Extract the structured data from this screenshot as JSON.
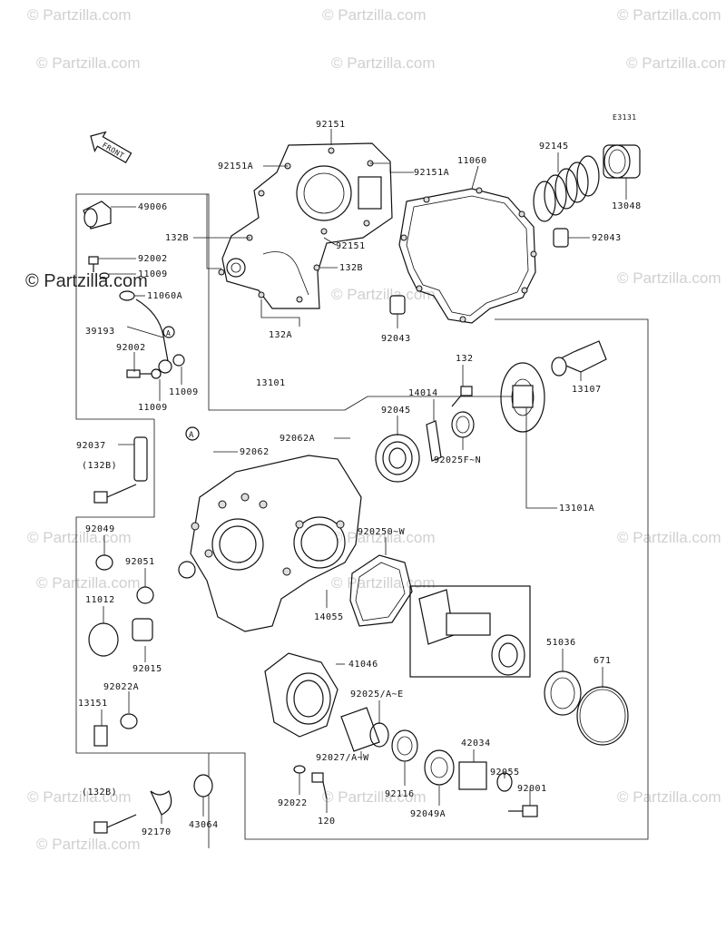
{
  "watermark": {
    "text": "© Partzilla.com"
  },
  "diagram_code": "E3131",
  "front_arrow": "FRONT",
  "callout_marker": "A",
  "labels": [
    {
      "id": "92151_top",
      "text": "92151"
    },
    {
      "id": "92151A_left",
      "text": "92151A"
    },
    {
      "id": "92151A_right",
      "text": "92151A"
    },
    {
      "id": "132B_left",
      "text": "132B"
    },
    {
      "id": "92151_mid",
      "text": "92151"
    },
    {
      "id": "132B_mid",
      "text": "132B"
    },
    {
      "id": "132A",
      "text": "132A"
    },
    {
      "id": "11060",
      "text": "11060"
    },
    {
      "id": "92145",
      "text": "92145"
    },
    {
      "id": "13048",
      "text": "13048"
    },
    {
      "id": "92043_r",
      "text": "92043"
    },
    {
      "id": "92043_l",
      "text": "92043"
    },
    {
      "id": "49006",
      "text": "49006"
    },
    {
      "id": "92002_a",
      "text": "92002"
    },
    {
      "id": "11009_a",
      "text": "11009"
    },
    {
      "id": "11060A",
      "text": "11060A"
    },
    {
      "id": "39193",
      "text": "39193"
    },
    {
      "id": "92002_b",
      "text": "92002"
    },
    {
      "id": "11009_b",
      "text": "11009"
    },
    {
      "id": "11009_c",
      "text": "11009"
    },
    {
      "id": "13101",
      "text": "13101"
    },
    {
      "id": "132",
      "text": "132"
    },
    {
      "id": "13107",
      "text": "13107"
    },
    {
      "id": "14014",
      "text": "14014"
    },
    {
      "id": "92045",
      "text": "92045"
    },
    {
      "id": "92062A",
      "text": "92062A"
    },
    {
      "id": "92062",
      "text": "92062"
    },
    {
      "id": "92025F",
      "text": "92025F~N"
    },
    {
      "id": "92037",
      "text": "92037"
    },
    {
      "id": "132B_paren1",
      "text": "(132B)"
    },
    {
      "id": "13101A",
      "text": "13101A"
    },
    {
      "id": "92049",
      "text": "92049"
    },
    {
      "id": "92051",
      "text": "92051"
    },
    {
      "id": "920250",
      "text": "920250~W"
    },
    {
      "id": "11012",
      "text": "11012"
    },
    {
      "id": "14055",
      "text": "14055"
    },
    {
      "id": "92015",
      "text": "92015"
    },
    {
      "id": "41046",
      "text": "41046"
    },
    {
      "id": "51036",
      "text": "51036"
    },
    {
      "id": "671",
      "text": "671"
    },
    {
      "id": "92022A",
      "text": "92022A"
    },
    {
      "id": "92025AE",
      "text": "92025/A~E"
    },
    {
      "id": "13151",
      "text": "13151"
    },
    {
      "id": "42034",
      "text": "42034"
    },
    {
      "id": "92027",
      "text": "92027/A~W"
    },
    {
      "id": "92055",
      "text": "92055"
    },
    {
      "id": "132B_paren2",
      "text": "(132B)"
    },
    {
      "id": "92022",
      "text": "92022"
    },
    {
      "id": "92116",
      "text": "92116"
    },
    {
      "id": "92001",
      "text": "92001"
    },
    {
      "id": "92049A",
      "text": "92049A"
    },
    {
      "id": "120",
      "text": "120"
    },
    {
      "id": "92170",
      "text": "92170"
    },
    {
      "id": "43064",
      "text": "43064"
    }
  ]
}
